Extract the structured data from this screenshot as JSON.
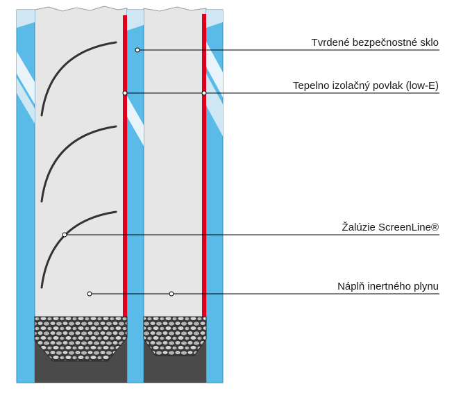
{
  "labels": {
    "tempered_glass": "Tvrdené bezpečnostné sklo",
    "low_e_coating": "Tepelno izolačný povlak (low-E)",
    "blinds": "Žalúzie ScreenLine®",
    "gas_fill": "Náplň inertného plynu"
  },
  "colors": {
    "glass": "#5bbbe8",
    "glass_light": "#cfe6f3",
    "cavity": "#e6e6e6",
    "low_e": "#e0001b",
    "spacer": "#4a4a4a",
    "desiccant": "#bdbdbd",
    "blind_slat": "#333333",
    "leader_line": "#000000"
  }
}
